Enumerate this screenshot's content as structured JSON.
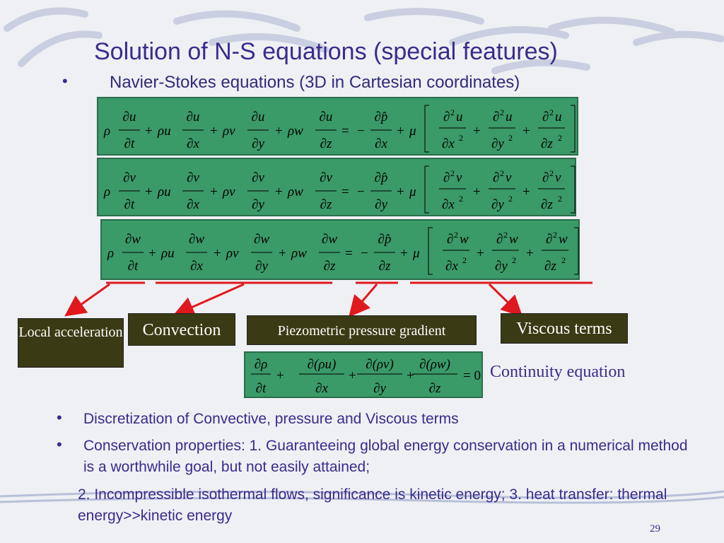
{
  "slide": {
    "title": "Solution of N-S equations (special features)",
    "subtitle": "Navier-Stokes equations (3D in Cartesian coordinates)",
    "page_number": "29"
  },
  "equations": {
    "components": [
      "u",
      "v",
      "w"
    ],
    "derivative_vars": [
      "t",
      "x",
      "y",
      "z"
    ],
    "symbols": {
      "rho": "ρ",
      "mu": "μ",
      "partial": "∂",
      "phat": "p̂",
      "equals": "=",
      "plus": "+",
      "minus": "−"
    }
  },
  "continuity": {
    "numerators": [
      "∂ρ",
      "∂(ρu)",
      "∂(ρv)",
      "∂(ρw)"
    ],
    "denominators": [
      "∂t",
      "∂x",
      "∂y",
      "∂z"
    ],
    "rhs": "= 0",
    "label": "Continuity equation"
  },
  "labels": {
    "local": "Local acceleration",
    "convection": "Convection",
    "pressure": "Piezometric pressure gradient",
    "viscous": "Viscous terms"
  },
  "bullets": [
    "Discretization of Convective, pressure and Viscous terms",
    "Conservation properties: 1. Guaranteeing global energy conservation in a numerical method is a worthwhile goal, but not easily attained;"
  ],
  "continuation": "2. Incompressible isothermal flows, significance is kinetic energy; 3. heat transfer: thermal energy>>kinetic energy",
  "colors": {
    "title": "#3b2a8c",
    "equation_box": "#3a9a68",
    "label_box": "#3a3a14",
    "arrows": "#e0191e"
  }
}
